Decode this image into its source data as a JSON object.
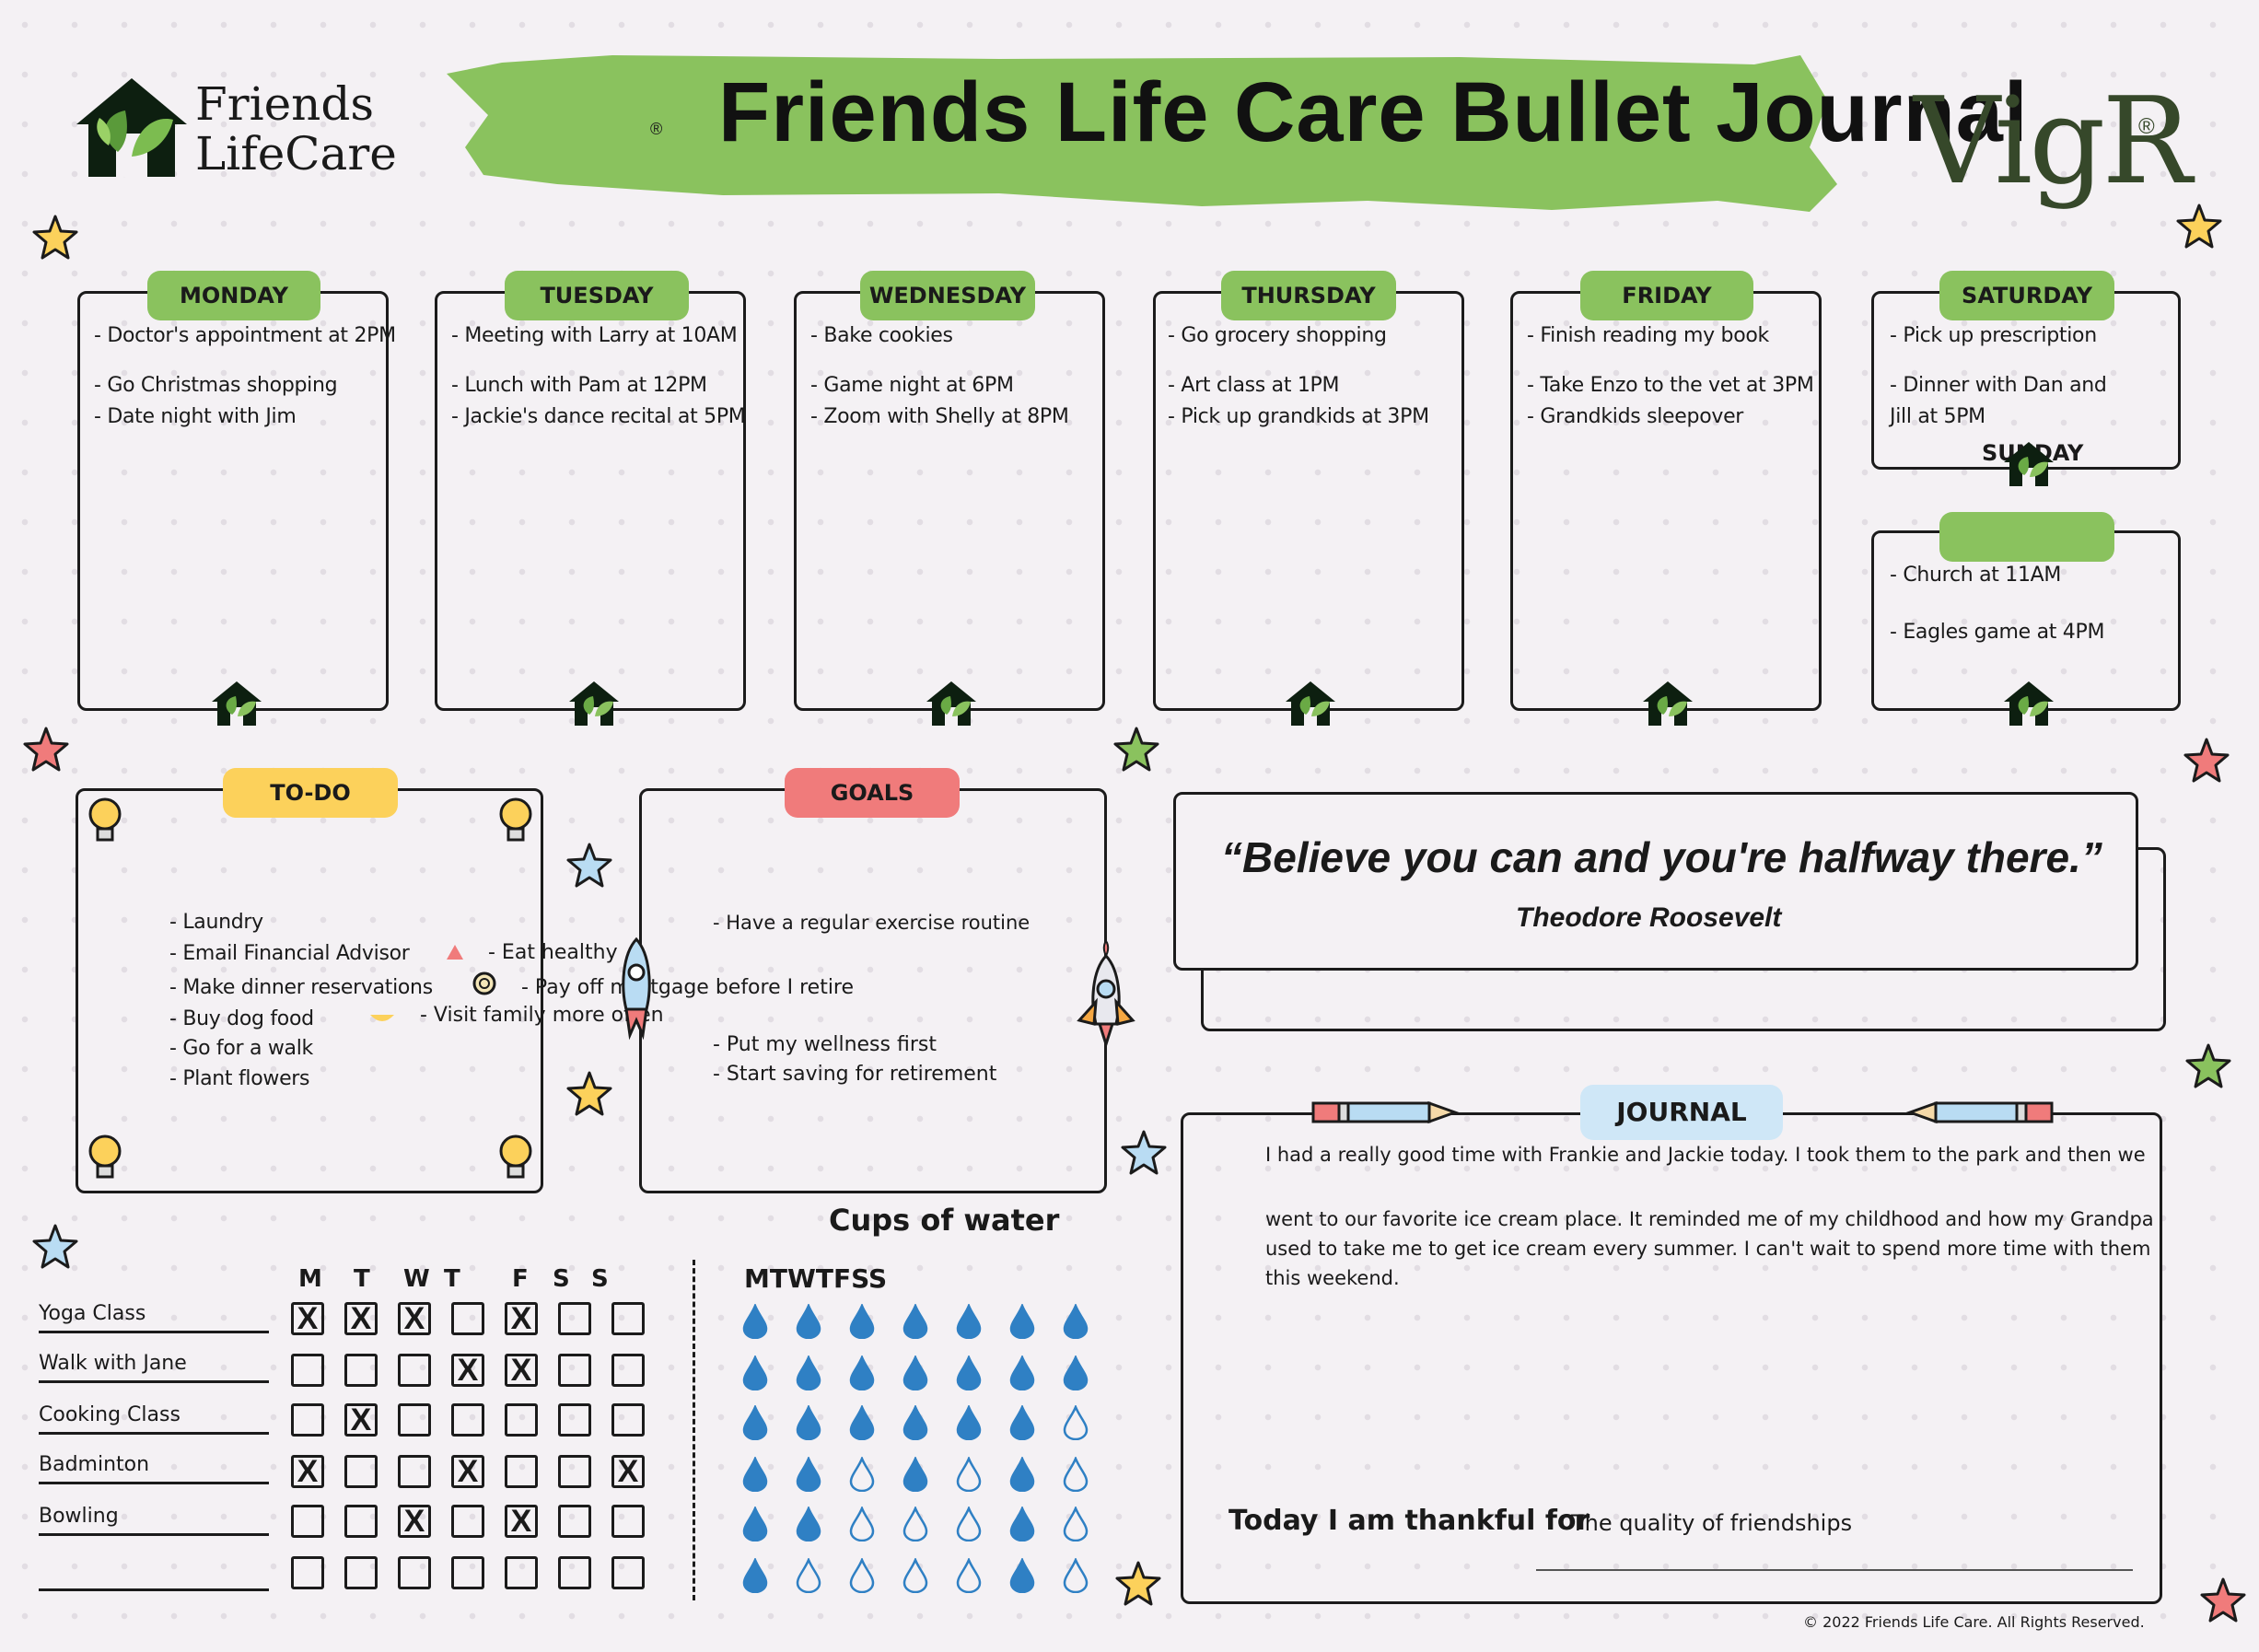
{
  "brand": {
    "name_line1": "Friends",
    "name_line2": "LifeCare",
    "partner": "VigR",
    "registered_mark": "®"
  },
  "title": "Friends Life Care Bullet Journal",
  "days": [
    {
      "name": "MONDAY",
      "items": [
        "- Doctor's appointment at 2PM",
        "- Go Christmas shopping",
        "- Date night with Jim"
      ]
    },
    {
      "name": "TUESDAY",
      "items": [
        "- Meeting with Larry at 10AM",
        "- Lunch with Pam at 12PM",
        "- Jackie's dance recital at 5PM"
      ]
    },
    {
      "name": "WEDNESDAY",
      "items": [
        "- Bake cookies",
        "- Game night at 6PM",
        "- Zoom with Shelly at 8PM"
      ]
    },
    {
      "name": "THURSDAY",
      "items": [
        "- Go grocery shopping",
        "- Art class at 1PM",
        "- Pick up grandkids at 3PM"
      ]
    },
    {
      "name": "FRIDAY",
      "items": [
        "- Finish reading my book",
        "- Take Enzo to the vet at 3PM",
        "- Grandkids sleepover"
      ]
    },
    {
      "name": "SATURDAY",
      "items": [
        "- Pick up prescription",
        "- Dinner with Dan and",
        "  Jill at 5PM"
      ]
    },
    {
      "name": "SUNDAY",
      "items": [
        "- Church at 11AM",
        "- Eagles game at 4PM"
      ]
    }
  ],
  "todo": {
    "title": "TO-DO",
    "left_items": [
      "- Laundry",
      "- Email Financial Advisor",
      "- Make dinner reservations",
      "- Buy dog food",
      "- Go for a walk",
      "- Plant flowers"
    ],
    "right_items": [
      "- Eat healthy",
      "- Pay off mortgage before I retire",
      "- Visit family more often"
    ]
  },
  "goals": {
    "title": "GOALS",
    "items": [
      "- Have a regular exercise routine",
      "- Put my wellness first",
      "- Start saving for retirement"
    ]
  },
  "quote": {
    "text": "“Believe you can and you're  halfway there.”",
    "author": "Theodore Roosevelt"
  },
  "habits": {
    "day_letters": [
      "M",
      "T",
      "W",
      "T",
      "F",
      "S",
      "S"
    ],
    "rows": [
      {
        "label": "Yoga Class",
        "checks": [
          "X",
          "X",
          "X",
          "",
          "X",
          "",
          ""
        ]
      },
      {
        "label": "Walk with Jane",
        "checks": [
          "",
          "",
          "",
          "X",
          "X",
          "",
          ""
        ]
      },
      {
        "label": "Cooking Class",
        "checks": [
          "",
          "X",
          "",
          "",
          "",
          "",
          ""
        ]
      },
      {
        "label": "Badminton",
        "checks": [
          "X",
          "",
          "",
          "X",
          "",
          "",
          "X"
        ]
      },
      {
        "label": "Bowling",
        "checks": [
          "",
          "",
          "X",
          "",
          "X",
          "",
          ""
        ]
      },
      {
        "label": "",
        "checks": [
          "",
          "",
          "",
          "",
          "",
          "",
          ""
        ]
      }
    ]
  },
  "water": {
    "title": "Cups of water",
    "header": "MTWTFSS",
    "filled": [
      [
        1,
        1,
        1,
        1,
        1,
        1,
        1
      ],
      [
        1,
        1,
        1,
        1,
        1,
        1,
        1
      ],
      [
        1,
        1,
        1,
        1,
        1,
        1,
        0
      ],
      [
        1,
        1,
        0,
        1,
        0,
        1,
        0
      ],
      [
        1,
        1,
        0,
        0,
        0,
        1,
        0
      ],
      [
        1,
        0,
        0,
        0,
        0,
        1,
        0
      ]
    ]
  },
  "journal": {
    "title": "JOURNAL",
    "line1": "I had a really good time with Frankie and Jackie today. I took them to the park and then we",
    "line2": "went to our favorite ice cream place. It reminded me of my childhood and how my Grandpa",
    "line3": "used to take me to get ice cream every summer. I can't wait to spend more time with them",
    "line4": "this weekend.",
    "thankful_label": "Today I am thankful for",
    "thankful_value": "The quality of friendships"
  },
  "footer": "© 2022 Friends Life Care. All Rights Reserved.",
  "colors": {
    "green": "#8ac25e",
    "yellow": "#fcd15b",
    "pink": "#f07b7b",
    "blue_pill": "#cfe7f7",
    "water_blue": "#2f80c4",
    "house": "#0d1f10"
  }
}
